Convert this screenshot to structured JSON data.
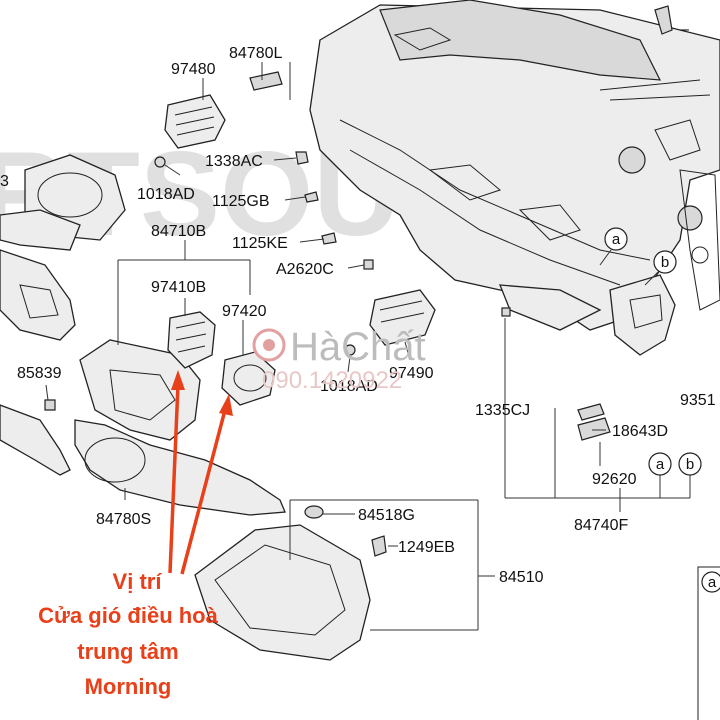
{
  "watermark": {
    "text": "RTSOUC",
    "logo_text": "HàChất",
    "logo_phone": "090.1420922"
  },
  "part_numbers": {
    "p97480": "97480",
    "p84780L": "84780L",
    "p1338AC": "1338AC",
    "p1018AD_top": "1018AD",
    "p1125GB": "1125GB",
    "p84710B": "84710B",
    "p1125KE": "1125KE",
    "pA2620C": "A2620C",
    "p97410B": "97410B",
    "p97420": "97420",
    "p85839": "85839",
    "p1018AD_mid": "1018AD",
    "p97490": "97490",
    "p1335CJ": "1335CJ",
    "p935_partial": "9351",
    "p18643D": "18643D",
    "p92620": "92620",
    "p84740F": "84740F",
    "p84780S": "84780S",
    "p84518G": "84518G",
    "p1249EB": "1249EB",
    "p84510": "84510",
    "p_partial_left": "3",
    "p_top_right": "–"
  },
  "callouts": {
    "a_top": "a",
    "b_top": "b",
    "a_bottom": "a",
    "b_bottom": "b",
    "a_box": "a"
  },
  "annotation": {
    "line1": "Vị trí",
    "line2": "Cửa gió điều hoà",
    "line3": "trung tâm",
    "line4": "Morning",
    "color": "#e8401a"
  }
}
